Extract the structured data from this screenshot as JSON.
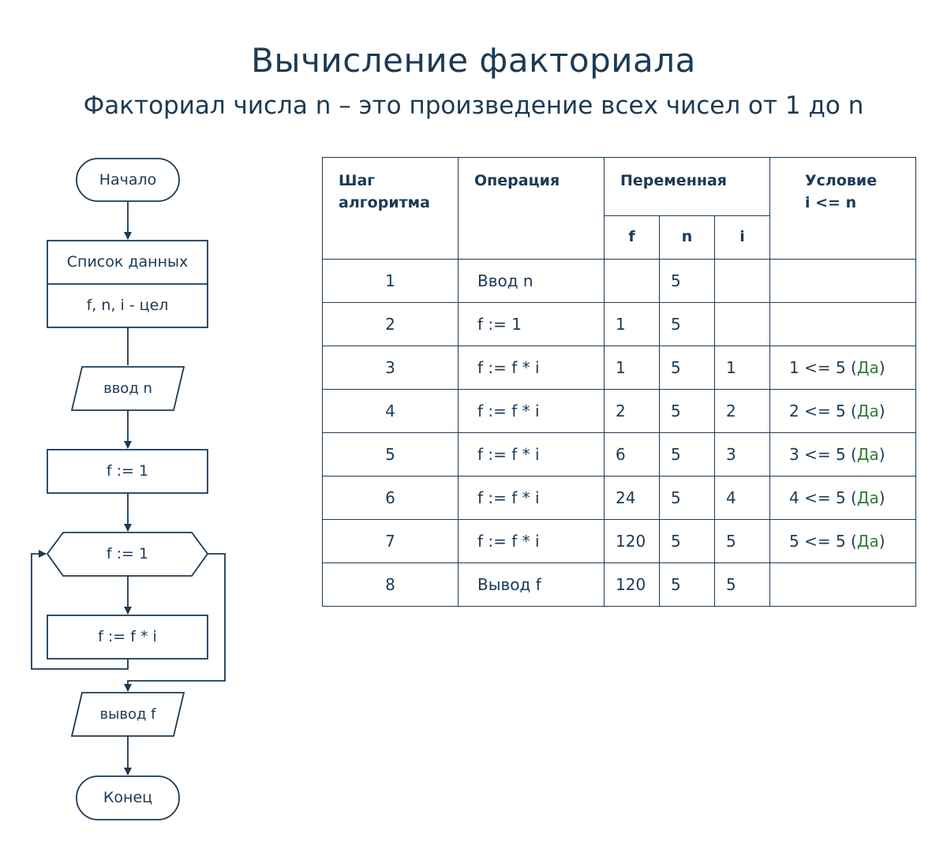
{
  "header": {
    "title": "Вычисление факториала",
    "subtitle": "Факториал числа n – это произведение всех чисел от 1 до n"
  },
  "flowchart": {
    "start": "Начало",
    "data_title": "Список данных",
    "data_vars": "f, n, i - цел",
    "input": "ввод n",
    "init": "f := 1",
    "loop": "f := 1",
    "body": "f := f * i",
    "output": "вывод f",
    "end": "Конец"
  },
  "table": {
    "headers": {
      "step": "Шаг алгоритма",
      "operation": "Операция",
      "variable": "Переменная",
      "condition": "Условие i <= n",
      "f": "f",
      "n": "n",
      "i": "i"
    },
    "rows": [
      {
        "step": "1",
        "op": "Ввод n",
        "f": "",
        "n": "5",
        "i": "",
        "cond": "",
        "yes": ""
      },
      {
        "step": "2",
        "op": "f := 1",
        "f": "1",
        "n": "5",
        "i": "",
        "cond": "",
        "yes": ""
      },
      {
        "step": "3",
        "op": "f := f * i",
        "f": "1",
        "n": "5",
        "i": "1",
        "cond": "1 <= 5 (",
        "yes": "Да"
      },
      {
        "step": "4",
        "op": "f := f * i",
        "f": "2",
        "n": "5",
        "i": "2",
        "cond": "2 <= 5 (",
        "yes": "Да"
      },
      {
        "step": "5",
        "op": "f := f * i",
        "f": "6",
        "n": "5",
        "i": "3",
        "cond": "3 <= 5 (",
        "yes": "Да"
      },
      {
        "step": "6",
        "op": "f := f * i",
        "f": "24",
        "n": "5",
        "i": "4",
        "cond": "4 <= 5 (",
        "yes": "Да"
      },
      {
        "step": "7",
        "op": "f := f * i",
        "f": "120",
        "n": "5",
        "i": "5",
        "cond": "5 <= 5 (",
        "yes": "Да"
      },
      {
        "step": "8",
        "op": "Вывод f",
        "f": "120",
        "n": "5",
        "i": "5",
        "cond": "",
        "yes": ""
      }
    ]
  },
  "colors": {
    "ink": "#1b3a55",
    "yes": "#2e7d32"
  }
}
